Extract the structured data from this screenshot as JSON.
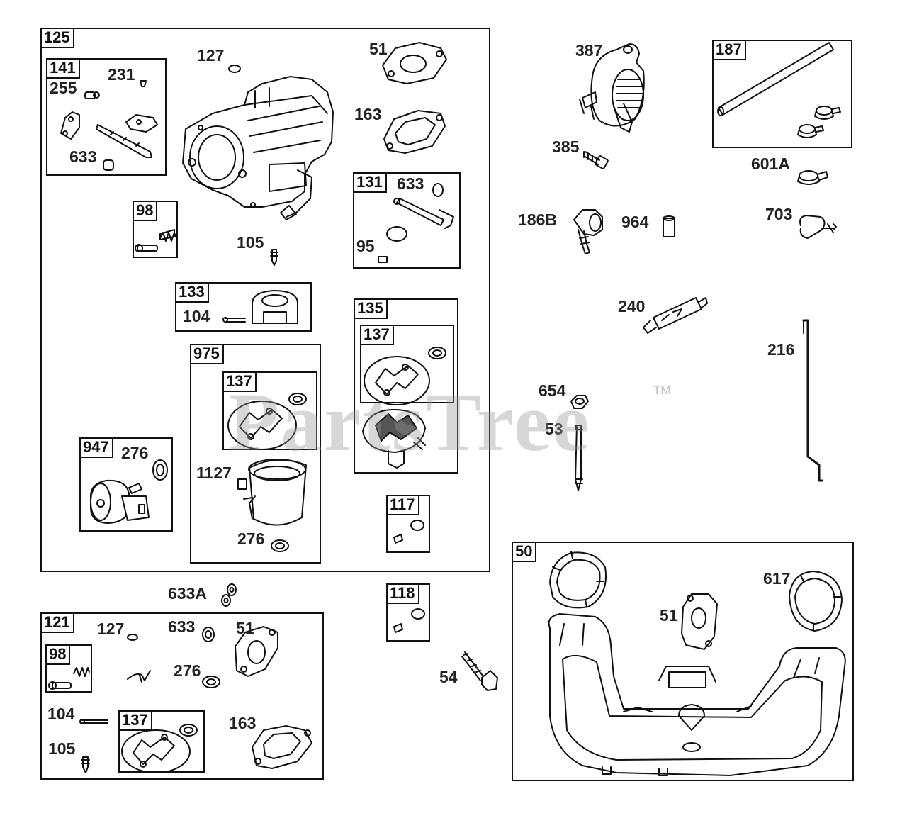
{
  "watermark": {
    "text": "PartsTree",
    "trademark": "TM"
  },
  "kits": {
    "k125": "125",
    "k141": "141",
    "k98a": "98",
    "k133": "133",
    "k975": "975",
    "k137a": "137",
    "k947": "947",
    "k131": "131",
    "k135": "135",
    "k137b": "137",
    "k117": "117",
    "k118": "118",
    "k121": "121",
    "k98b": "98",
    "k137c": "137",
    "k187": "187",
    "k50": "50"
  },
  "parts": {
    "p127a": "127",
    "p51a": "51",
    "p231": "231",
    "p255": "255",
    "p633a": "633",
    "p163a": "163",
    "p633b": "633",
    "p95": "95",
    "p105a": "105",
    "p104a": "104",
    "p276a": "276",
    "p1127": "1127",
    "p276b": "276",
    "p633A": "633A",
    "p127b": "127",
    "p633c": "633",
    "p51b": "51",
    "p276c": "276",
    "p104b": "104",
    "p163b": "163",
    "p105b": "105",
    "p387": "387",
    "p385": "385",
    "p186B": "186B",
    "p964": "964",
    "p240": "240",
    "p654": "654",
    "p53": "53",
    "p54": "54",
    "p601A": "601A",
    "p703": "703",
    "p216": "216",
    "p617": "617",
    "p51c": "51"
  },
  "colors": {
    "line": "#111111",
    "label": "#222222",
    "watermark": "#969696"
  }
}
